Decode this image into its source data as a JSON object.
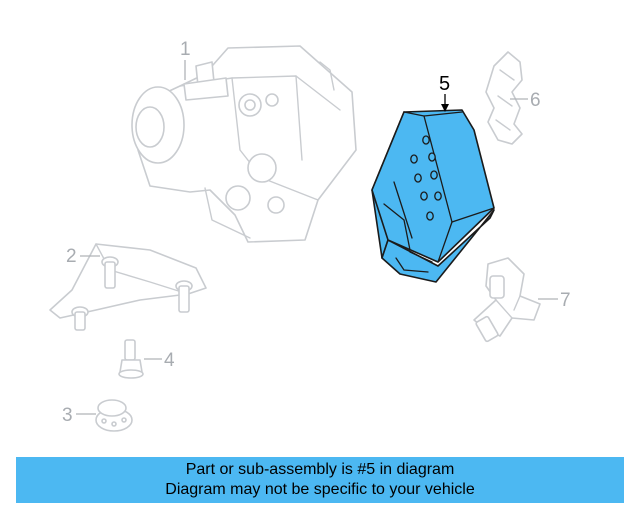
{
  "diagram": {
    "callouts": {
      "c1": "1",
      "c2": "2",
      "c3": "3",
      "c4": "4",
      "c5": "5",
      "c6": "6",
      "c7": "7"
    },
    "highlighted_part": "5"
  },
  "caption": {
    "line1": "Part or sub-assembly is #5 in diagram",
    "line2": "Diagram may not be specific to your vehicle"
  },
  "colors": {
    "highlight": "#4cb8f2",
    "faint_outline": "#c9ccd0",
    "caption_bg": "#4cb8f2"
  }
}
